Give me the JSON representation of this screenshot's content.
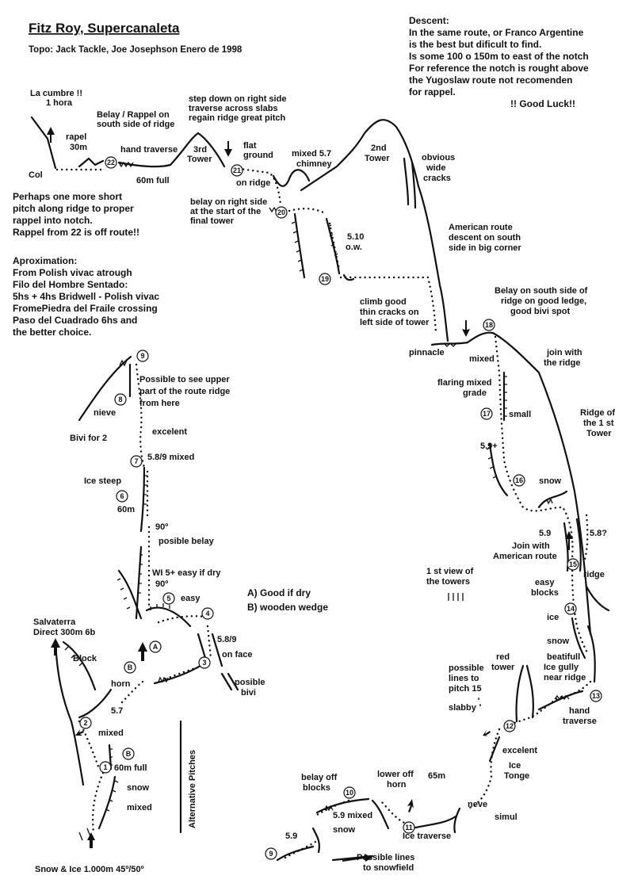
{
  "header": {
    "title": "Fitz Roy, Supercanaleta",
    "subtitle": "Topo: Jack  Tackle, Joe Josephson Enero de 1998"
  },
  "descent": [
    "Descent:",
    "In the same route, or Franco Argentine",
    "is the best but dificult to find.",
    "Is some 100 o 150m to east of the notch",
    "For reference the notch is rought above",
    "the Yugoslaw route not recomenden",
    "for rappel."
  ],
  "good_luck": "!! Good Luck!!",
  "pitch_notes": [
    "Perhaps one more short",
    "pitch along ridge to proper",
    "rappel into notch.",
    "Rappel from 22 is off route!!"
  ],
  "approximation": [
    "Aproximation:",
    "From Polish vivac atrough",
    "Filo del Hombre Sentado:",
    "5hs + 4hs Bridwell - Polish vivac",
    "FromePiedra del Fraile crossing",
    "Paso del Cuadrado 6hs and",
    "the better choice."
  ],
  "legend": {
    "a": "A) Good if dry",
    "b": "B) wooden wedge"
  },
  "labels": {
    "la_cumbre": "La cumbre !!",
    "one_hora": "1 hora",
    "rapel": "rapel",
    "rapel_len": "30m",
    "col": "Col",
    "belay_rappel_1": "Belay / Rappel on",
    "belay_rappel_2": "south side of ridge",
    "hand_traverse_top": "hand traverse",
    "sixty_full_top": "60m full",
    "third_tower_1": "3rd",
    "third_tower_2": "Tower",
    "step_down_1": "step down on right side",
    "step_down_2": "traverse across slabs",
    "step_down_3": "regain ridge great pitch",
    "flat_1": "flat",
    "flat_2": "ground",
    "on_ridge": "on ridge",
    "belay_right_1": "belay on right side",
    "belay_right_2": "at the start of the",
    "belay_right_3": "final tower",
    "mixed57_1": "mixed 5.7",
    "mixed57_2": "chimney",
    "second_tower_1": "2nd",
    "second_tower_2": "Tower",
    "obvious_1": "obvious",
    "obvious_2": "wide",
    "obvious_3": "cracks",
    "g510_1": "5.10",
    "g510_2": "o.w.",
    "american_1": "American route",
    "american_2": "descent on south",
    "american_3": "side in big corner",
    "climb_good_1": "climb good",
    "climb_good_2": "thin cracks on",
    "climb_good_3": "left side of tower",
    "belay_south_1": "Belay on south side of",
    "belay_south_2": "ridge on good ledge,",
    "belay_south_3": "good bivi spot",
    "pinnacle": "pinnacle",
    "mixed_18": "mixed",
    "join_ridge_1": "join with",
    "join_ridge_2": "the ridge",
    "flaring_1": "flaring mixed",
    "flaring_2": "grade",
    "small": "small",
    "ridge1_1": "Ridge of",
    "ridge1_2": "the 1 st",
    "ridge1_3": "Tower",
    "g59p": "5.9+",
    "snow_16": "snow",
    "g59_15": "5.9",
    "g58q": "5.8?",
    "join_amer_1": "Join with",
    "join_amer_2": "American route",
    "ridge_15": "ridge",
    "first_view_1": "1 st view of",
    "first_view_2": "the towers",
    "easy_blocks_1": "easy",
    "easy_blocks_2": "blocks",
    "ice_14": "ice",
    "snow_14": "snow",
    "beatiful_1": "beatifull",
    "beatiful_2": "Ice gully",
    "beatiful_3": "near ridge",
    "possible_1": "possible",
    "possible_2": "lines to",
    "possible_3": "pitch 15",
    "red_tower_1": "red",
    "red_tower_2": "tower",
    "slabby": "slabby",
    "hand_traverse_13_1": "hand",
    "hand_traverse_13_2": "traverse",
    "excelent_12": "excelent",
    "ice_tonge_1": "Ice",
    "ice_tonge_2": "Tonge",
    "sixty_five": "65m",
    "neve": "neve",
    "simul": "simul",
    "lower_off_1": "lower off",
    "lower_off_2": "horn",
    "belay_off_1": "belay off",
    "belay_off_2": "blocks",
    "g59mixed": "5.9 mixed",
    "snow_10": "snow",
    "g59_9": "5.9",
    "ice_traverse": "Ice traverse",
    "possible_snow_1": "Possible lines",
    "possible_snow_2": "to snowfield",
    "possible_see_1": "Possible to see upper",
    "possible_see_2": "part of the route ridge",
    "possible_see_3": "from here",
    "nieve": "nieve",
    "bivi2": "Bivi for 2",
    "excelent_7": "excelent",
    "mixed_7": "5.8/9  mixed",
    "ice_steep": "Ice steep",
    "sixty_6": "60m",
    "ninety": "90º",
    "posible_belay": "posible belay",
    "wi5_1": "WI 5+  easy if dry",
    "wi5_2": "90º",
    "easy_5": "easy",
    "g589_4": "5.8/9",
    "on_face": "on face",
    "posible_bivi_1": "posible",
    "posible_bivi_2": "bivi",
    "salvaterra_1": "Salvaterra",
    "salvaterra_2": "Direct 300m 6b",
    "block": "Block",
    "horn": "horn",
    "g57": "5.7",
    "mixed_2": "mixed",
    "sixty_full_1": "60m full",
    "snow_1": "snow",
    "mixed_1": "mixed",
    "alternative": "Alternative Pitches",
    "snow_ice": "Snow & Ice 1.000m 45º/50º",
    "mark_a": "A",
    "mark_b1": "B",
    "mark_b2": "B"
  },
  "pitches": [
    "1",
    "2",
    "3",
    "4",
    "5",
    "6",
    "7",
    "8",
    "9",
    "10",
    "11",
    "12",
    "13",
    "14",
    "15",
    "16",
    "17",
    "18",
    "19",
    "20",
    "21",
    "22",
    "9"
  ]
}
